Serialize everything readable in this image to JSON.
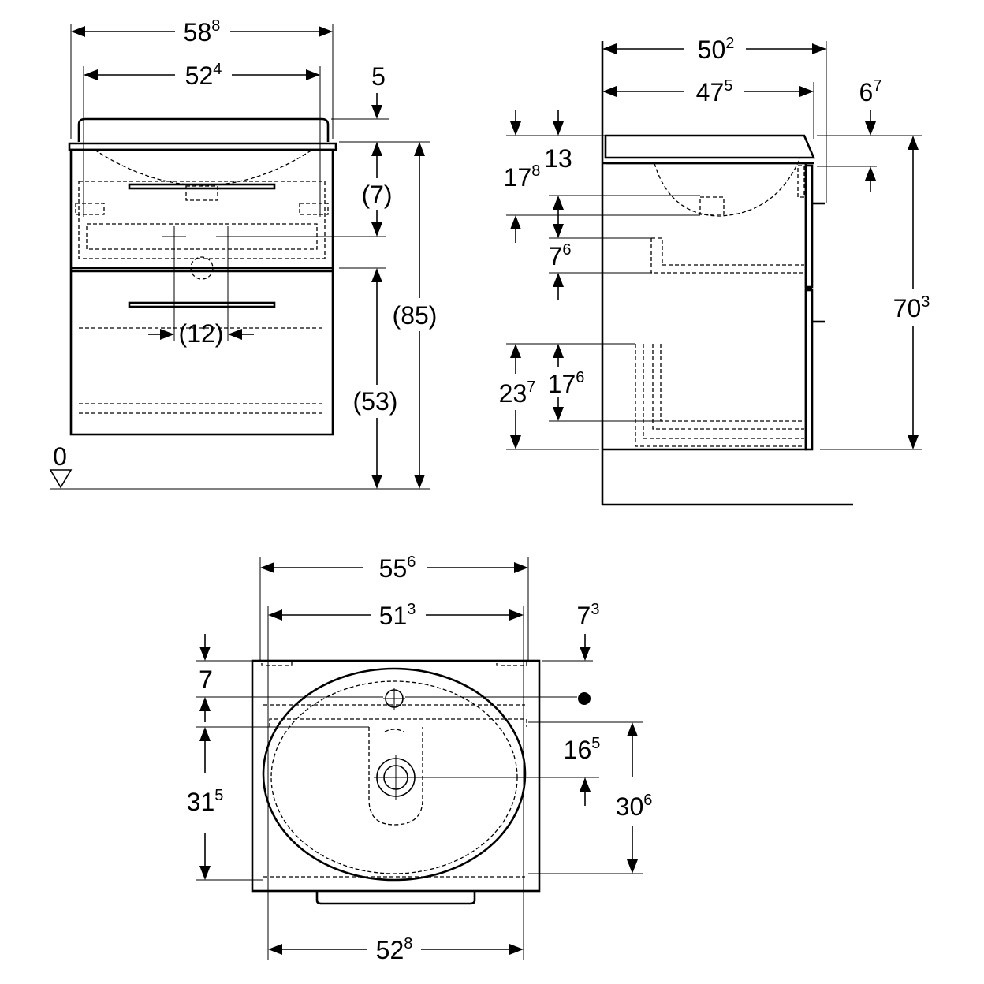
{
  "front_view": {
    "dims": [
      {
        "id": "width_overall",
        "main": "58",
        "sup": "8"
      },
      {
        "id": "width_inner",
        "main": "52",
        "sup": "4"
      },
      {
        "id": "top_offset",
        "main": "5",
        "sup": ""
      },
      {
        "id": "basin_height",
        "main": "(7)",
        "sup": ""
      },
      {
        "id": "drawer_spacing",
        "main": "(12)",
        "sup": ""
      },
      {
        "id": "total_height",
        "main": "(85)",
        "sup": ""
      },
      {
        "id": "lower_height",
        "main": "(53)",
        "sup": ""
      },
      {
        "id": "floor_level",
        "main": "0",
        "sup": ""
      }
    ]
  },
  "side_view": {
    "dims": [
      {
        "id": "depth_overall",
        "main": "50",
        "sup": "2"
      },
      {
        "id": "depth_inner",
        "main": "47",
        "sup": "5"
      },
      {
        "id": "front_gap",
        "main": "6",
        "sup": "7"
      },
      {
        "id": "rim_height",
        "main": "13",
        "sup": ""
      },
      {
        "id": "siphon_height",
        "main": "17",
        "sup": "8"
      },
      {
        "id": "drawer_gap",
        "main": "7",
        "sup": "6"
      },
      {
        "id": "height_overall",
        "main": "70",
        "sup": "3"
      },
      {
        "id": "plinth_outer",
        "main": "23",
        "sup": "7"
      },
      {
        "id": "plinth_inner",
        "main": "17",
        "sup": "6"
      }
    ]
  },
  "top_view": {
    "dims": [
      {
        "id": "width_top",
        "main": "55",
        "sup": "6"
      },
      {
        "id": "width_mid",
        "main": "51",
        "sup": "3"
      },
      {
        "id": "edge_offset",
        "main": "7",
        "sup": "3"
      },
      {
        "id": "tap_offset",
        "main": "7",
        "sup": ""
      },
      {
        "id": "drain_offset",
        "main": "16",
        "sup": "5"
      },
      {
        "id": "front_depth",
        "main": "31",
        "sup": "5"
      },
      {
        "id": "basin_depth",
        "main": "30",
        "sup": "6"
      },
      {
        "id": "width_bottom",
        "main": "52",
        "sup": "8"
      }
    ]
  }
}
